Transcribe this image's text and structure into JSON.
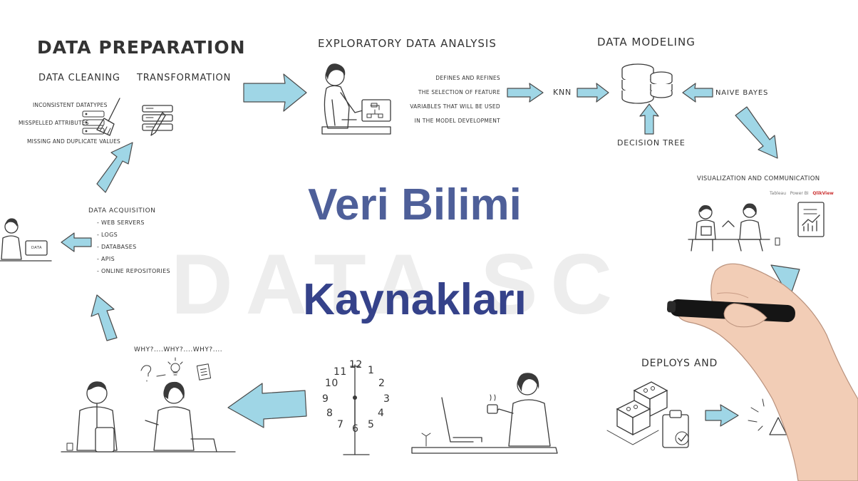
{
  "title": {
    "line1": "Veri Bilimi",
    "line2": "Kaynakları"
  },
  "data_preparation": {
    "heading": "DATA PREPARATION",
    "cleaning": "DATA CLEANING",
    "transformation": "TRANSFORMATION",
    "issues": [
      "INCONSISTENT DATATYPES",
      "MISSPELLED ATTRIBUTES",
      "MISSING AND DUPLICATE VALUES"
    ]
  },
  "eda": {
    "heading": "EXPLORATORY DATA ANALYSIS",
    "description": [
      "DEFINES AND REFINES",
      "THE SELECTION OF FEATURE",
      "VARIABLES THAT WILL BE USED",
      "IN THE MODEL DEVELOPMENT"
    ]
  },
  "modeling": {
    "heading": "DATA MODELING",
    "knn": "KNN",
    "naive_bayes": "NAIVE BAYES",
    "decision_tree": "DECISION TREE"
  },
  "visualization": {
    "heading": "VISUALIZATION AND COMMUNICATION",
    "brands": [
      "Tableau",
      "Power BI",
      "QlikView"
    ]
  },
  "acquisition": {
    "heading": "DATA ACQUISITION",
    "sources": [
      "WEB SERVERS",
      "LOGS",
      "DATABASES",
      "APIS",
      "ONLINE REPOSITORIES"
    ],
    "screen_label": "DATA"
  },
  "why": {
    "text": "WHY?....WHY?....WHY?...."
  },
  "deploys": {
    "heading": "DEPLOYS AND"
  },
  "clock": {
    "numbers": [
      "12",
      "1",
      "2",
      "3",
      "4",
      "5",
      "6",
      "7",
      "8",
      "9",
      "10",
      "11"
    ]
  },
  "colors": {
    "arrow_fill": "#9fd6e6",
    "arrow_stroke": "#4a4a4a",
    "title_line1": "#4e5f99",
    "title_line2": "#35428a"
  },
  "icons": [
    "broom-icon",
    "server-list-icon",
    "database-icon",
    "report-chart-icon",
    "clipboard-check-icon",
    "blocks-icon",
    "rocket-icon",
    "marker-hand-icon",
    "clock-icon",
    "lightbulb-icon"
  ]
}
